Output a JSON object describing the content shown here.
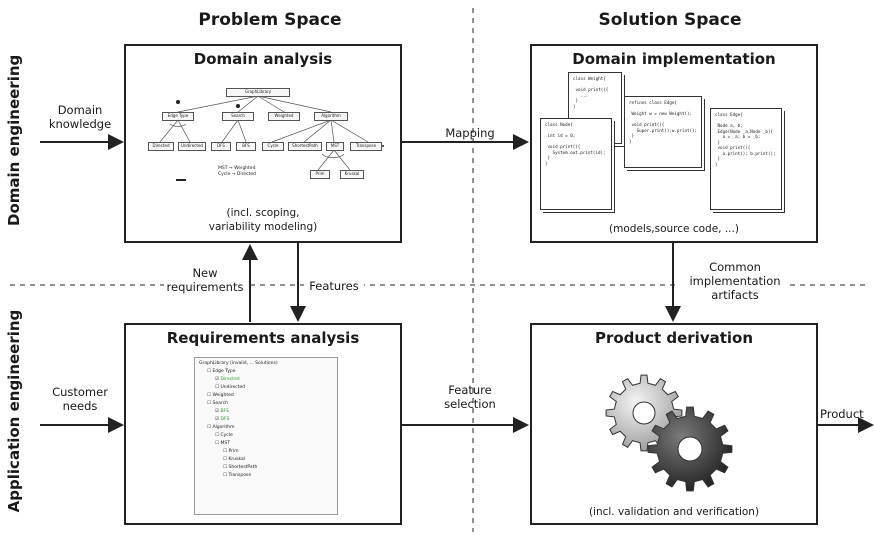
{
  "headers": {
    "problem": "Problem Space",
    "solution": "Solution Space"
  },
  "rows": {
    "domain": "Domain engineering",
    "application": "Application engineering"
  },
  "boxes": {
    "domain_analysis": {
      "title": "Domain analysis",
      "note1": "(incl. scoping,",
      "note2": "variability modeling)"
    },
    "domain_implementation": {
      "title": "Domain implementation",
      "note": "(models,source code, ...)"
    },
    "requirements_analysis": {
      "title": "Requirements analysis"
    },
    "product_derivation": {
      "title": "Product derivation",
      "note": "(incl. validation and verification)"
    }
  },
  "arrows": {
    "domain_knowledge_1": "Domain",
    "domain_knowledge_2": "knowledge",
    "mapping": "Mapping",
    "new_req_1": "New",
    "new_req_2": "requirements",
    "features": "Features",
    "common_1": "Common",
    "common_2": "implementation",
    "common_3": "artifacts",
    "customer_1": "Customer",
    "customer_2": "needs",
    "feature_sel_1": "Feature",
    "feature_sel_2": "selection",
    "product": "Product"
  },
  "feature_model": {
    "root": "GraphLibrary",
    "level1": [
      "Edge Type",
      "Search",
      "Weighted",
      "Algorithm"
    ],
    "level2": [
      "Directed",
      "Undirected",
      "DFS",
      "BFS",
      "Cycle",
      "ShortestPath",
      "MST",
      "Transpose"
    ],
    "level3": [
      "Prim",
      "Kruskal"
    ],
    "constraints": [
      "MST → Weighted",
      "Cycle → Directed"
    ]
  },
  "code_docs": [
    "class Weight{\n\n void print(){\n   ...\n }\n}",
    "refines class Edge{\n\n Weight w = new Weight();\n\n void print(){\n   Super.print();w.print();\n }\n}",
    "class Edge{\n\n Node a, b;\n Edge(Node _a,Node _b){\n   a = _a; b = _b;\n }\n void print(){\n   a.print(); b.print();\n }\n}",
    "class Node{\n\n int id = 0;\n\n void print(){\n   System.out.print(id);\n }\n}"
  ],
  "config_tree": {
    "header": "GraphLibrary          (invalid, ... Solutions)",
    "items": [
      {
        "text": "Edge Type",
        "level": 1,
        "selected": false
      },
      {
        "text": "Directed",
        "level": 2,
        "selected": true
      },
      {
        "text": "Undirected",
        "level": 2,
        "selected": false
      },
      {
        "text": "Weighted",
        "level": 1,
        "selected": false
      },
      {
        "text": "Search",
        "level": 1,
        "selected": false
      },
      {
        "text": "BFS",
        "level": 2,
        "selected": true
      },
      {
        "text": "DFS",
        "level": 2,
        "selected": true
      },
      {
        "text": "Algorithm",
        "level": 1,
        "selected": false
      },
      {
        "text": "Cycle",
        "level": 2,
        "selected": false
      },
      {
        "text": "MST",
        "level": 2,
        "selected": false
      },
      {
        "text": "Prim",
        "level": 3,
        "selected": false
      },
      {
        "text": "Kruskal",
        "level": 3,
        "selected": false
      },
      {
        "text": "ShortestPath",
        "level": 3,
        "selected": false
      },
      {
        "text": "Transpose",
        "level": 3,
        "selected": false
      }
    ]
  },
  "colors": {
    "line": "#222222",
    "selected": "#2a9a2a",
    "gear_light": "#d8d8d8",
    "gear_dark": "#3a3a3a"
  },
  "icons": [
    "gears-icon"
  ]
}
